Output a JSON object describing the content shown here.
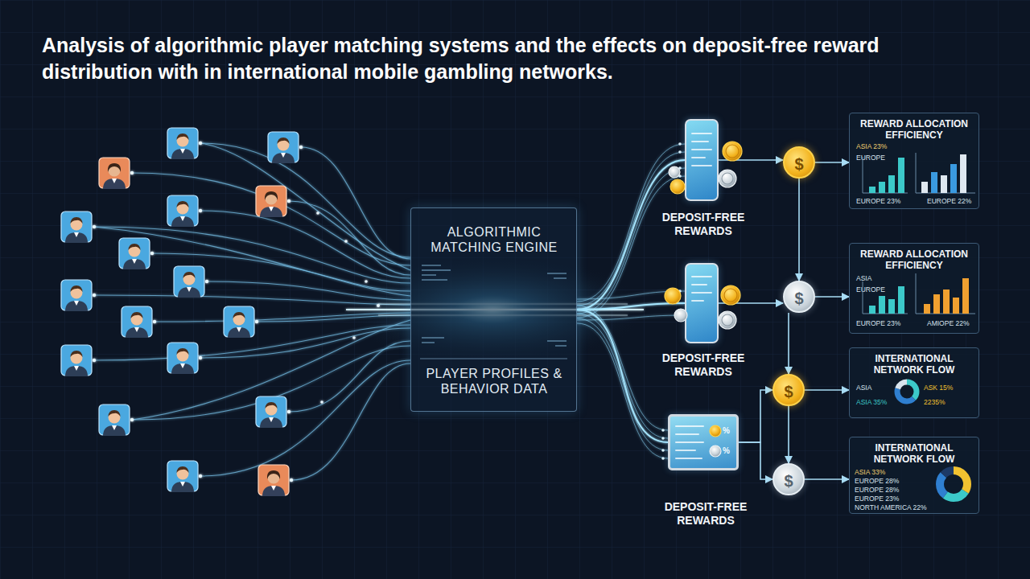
{
  "diagram": {
    "title": "Analysis of algorithmic player matching systems and the effects on deposit-free reward distribution with in international mobile gambling networks.",
    "nodes": [
      {
        "text": [
          "ALGORITHMIC MATCHING ENGINE",
          "PLAYER PROFILES & BEHAVIOR DATA"
        ]
      },
      {
        "text": [
          "DEPOSIT-FREE REWARDS"
        ]
      },
      {
        "text": [
          "DEPOSIT-FREE REWARDS"
        ]
      },
      {
        "text": [
          "DEPOSIT-FREE REWARDS"
        ]
      },
      {
        "text": [
          "$"
        ]
      },
      {
        "text": [
          "$"
        ]
      },
      {
        "text": [
          "$"
        ]
      },
      {
        "text": [
          "$"
        ]
      },
      {
        "text": [
          "REWARD ALLOCATION EFFICIENCY",
          "ASIA 23%",
          "EUROPE",
          "EUROPE 23%",
          "EUROPE 22%"
        ]
      },
      {
        "text": [
          "REWARD ALLOCATION EFFICIENCY",
          "ASIA",
          "EUROPE",
          "EUROPE 23%",
          "AMIOPE 22%"
        ]
      },
      {
        "text": [
          "INTERNATIONAL NETWORK FLOW",
          "ASIA",
          "ASIA 35%",
          "ASK 15%",
          "2235%"
        ]
      },
      {
        "text": [
          "INTERNATIONAL NETWORK FLOW",
          "ASIA 33%",
          "EUROPE 28%",
          "EUROPE 28%",
          "EUROPE 23%",
          "NORTH AMERICA 22%"
        ]
      }
    ],
    "edges": [
      {
        "from": 0,
        "to": 1,
        "arrow": "none"
      },
      {
        "from": 0,
        "to": 2,
        "arrow": "none"
      },
      {
        "from": 0,
        "to": 3,
        "arrow": "none"
      },
      {
        "from": 1,
        "to": 4,
        "arrow": "to"
      },
      {
        "from": 4,
        "to": 8,
        "arrow": "to"
      },
      {
        "from": 2,
        "to": 5,
        "arrow": "to"
      },
      {
        "from": 5,
        "to": 9,
        "arrow": "to"
      },
      {
        "from": 4,
        "to": 5,
        "arrow": "to"
      },
      {
        "from": 5,
        "to": 6,
        "arrow": "to"
      },
      {
        "from": 6,
        "to": 7,
        "arrow": "to"
      },
      {
        "from": 6,
        "to": 10,
        "arrow": "to"
      },
      {
        "from": 7,
        "to": 11,
        "arrow": "to"
      },
      {
        "from": 3,
        "to": 6,
        "arrow": "to"
      },
      {
        "from": 3,
        "to": 7,
        "arrow": "to"
      }
    ],
    "labels": [
      "%",
      "%"
    ]
  }
}
